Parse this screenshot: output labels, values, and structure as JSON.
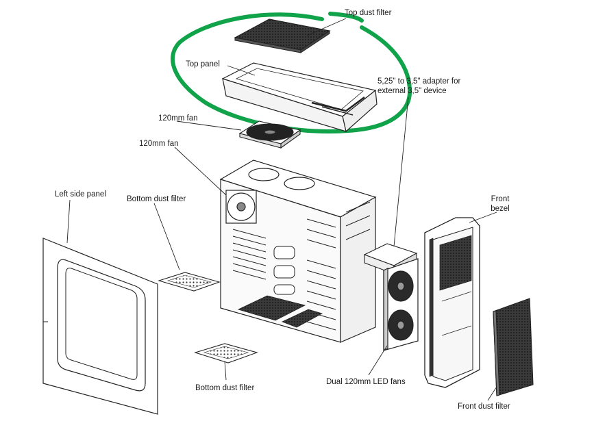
{
  "labels": {
    "top_dust_filter": "Top dust filter",
    "top_panel": "Top panel",
    "adapter_line1": "5,25\" to 3,5\" adapter for",
    "adapter_line2": "external 3,5\" device",
    "fan_top": "120mm fan",
    "fan_rear": "120mm fan",
    "left_side_panel": "Left side panel",
    "bottom_dust_filter_upper": "Bottom dust filter",
    "front_bezel_line1": "Front",
    "front_bezel_line2": "bezel",
    "dual_fans": "Dual 120mm LED fans",
    "bottom_dust_filter_lower": "Bottom dust filter",
    "front_dust_filter": "Front dust filter"
  },
  "colors": {
    "line": "#222222",
    "highlight": "#10a34a",
    "mesh": "#1c1c1c"
  }
}
